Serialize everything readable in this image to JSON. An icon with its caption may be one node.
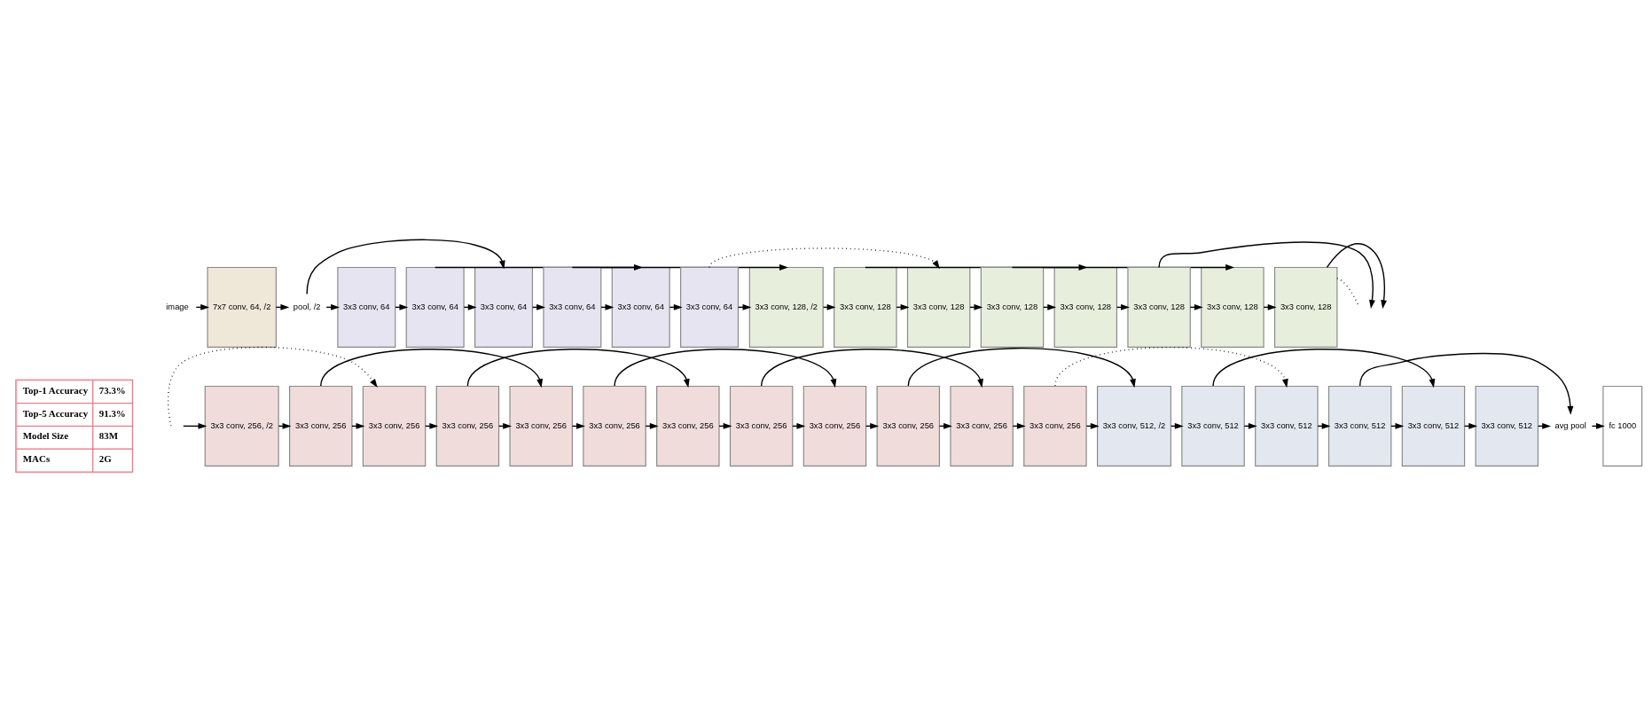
{
  "diagram": {
    "nodes": [
      {
        "text": [
          "image"
        ]
      },
      {
        "text": [
          "7x7 conv, 64, /2"
        ]
      },
      {
        "text": [
          "pool, /2"
        ]
      },
      {
        "text": [
          "3x3 conv, 64"
        ]
      },
      {
        "text": [
          "3x3 conv, 64"
        ]
      },
      {
        "text": [
          "3x3 conv, 64"
        ]
      },
      {
        "text": [
          "3x3 conv, 64"
        ]
      },
      {
        "text": [
          "3x3 conv, 64"
        ]
      },
      {
        "text": [
          "3x3 conv, 64"
        ]
      },
      {
        "text": [
          "3x3 conv, 128, /2"
        ]
      },
      {
        "text": [
          "3x3 conv, 128"
        ]
      },
      {
        "text": [
          "3x3 conv, 128"
        ]
      },
      {
        "text": [
          "3x3 conv, 128"
        ]
      },
      {
        "text": [
          "3x3 conv, 128"
        ]
      },
      {
        "text": [
          "3x3 conv, 128"
        ]
      },
      {
        "text": [
          "3x3 conv, 128"
        ]
      },
      {
        "text": [
          "3x3 conv, 128"
        ]
      },
      {
        "text": [
          "3x3 conv, 256, /2"
        ]
      },
      {
        "text": [
          "3x3 conv, 256"
        ]
      },
      {
        "text": [
          "3x3 conv, 256"
        ]
      },
      {
        "text": [
          "3x3 conv, 256"
        ]
      },
      {
        "text": [
          "3x3 conv, 256"
        ]
      },
      {
        "text": [
          "3x3 conv, 256"
        ]
      },
      {
        "text": [
          "3x3 conv, 256"
        ]
      },
      {
        "text": [
          "3x3 conv, 256"
        ]
      },
      {
        "text": [
          "3x3 conv, 256"
        ]
      },
      {
        "text": [
          "3x3 conv, 256"
        ]
      },
      {
        "text": [
          "3x3 conv, 256"
        ]
      },
      {
        "text": [
          "3x3 conv, 256"
        ]
      },
      {
        "text": [
          "3x3 conv, 512, /2"
        ]
      },
      {
        "text": [
          "3x3 conv, 512"
        ]
      },
      {
        "text": [
          "3x3 conv, 512"
        ]
      },
      {
        "text": [
          "3x3 conv, 512"
        ]
      },
      {
        "text": [
          "3x3 conv, 512"
        ]
      },
      {
        "text": [
          "3x3 conv, 512"
        ]
      },
      {
        "text": [
          "avg pool"
        ]
      },
      {
        "text": [
          "fc 1000"
        ]
      }
    ],
    "edges": [
      {
        "from": 0,
        "to": 1,
        "arrow": "to"
      },
      {
        "from": 1,
        "to": 2,
        "arrow": "to"
      },
      {
        "from": 2,
        "to": 3,
        "arrow": "to"
      },
      {
        "from": 3,
        "to": 4,
        "arrow": "to"
      },
      {
        "from": 4,
        "to": 5,
        "arrow": "to"
      },
      {
        "from": 5,
        "to": 6,
        "arrow": "to"
      },
      {
        "from": 6,
        "to": 7,
        "arrow": "to"
      },
      {
        "from": 7,
        "to": 8,
        "arrow": "to"
      },
      {
        "from": 8,
        "to": 9,
        "arrow": "to"
      },
      {
        "from": 9,
        "to": 10,
        "arrow": "to"
      },
      {
        "from": 10,
        "to": 11,
        "arrow": "to"
      },
      {
        "from": 11,
        "to": 12,
        "arrow": "to"
      },
      {
        "from": 12,
        "to": 13,
        "arrow": "to"
      },
      {
        "from": 13,
        "to": 14,
        "arrow": "to"
      },
      {
        "from": 14,
        "to": 15,
        "arrow": "to"
      },
      {
        "from": 15,
        "to": 16,
        "arrow": "to"
      },
      {
        "from": 16,
        "to": null,
        "arrow": "to"
      },
      {
        "from": null,
        "to": 17,
        "arrow": "to"
      },
      {
        "from": 17,
        "to": 18,
        "arrow": "to"
      },
      {
        "from": 18,
        "to": 19,
        "arrow": "to"
      },
      {
        "from": 19,
        "to": 20,
        "arrow": "to"
      },
      {
        "from": 20,
        "to": 21,
        "arrow": "to"
      },
      {
        "from": 21,
        "to": 22,
        "arrow": "to"
      },
      {
        "from": 22,
        "to": 23,
        "arrow": "to"
      },
      {
        "from": 23,
        "to": 24,
        "arrow": "to"
      },
      {
        "from": 24,
        "to": 25,
        "arrow": "to"
      },
      {
        "from": 25,
        "to": 26,
        "arrow": "to"
      },
      {
        "from": 26,
        "to": 27,
        "arrow": "to"
      },
      {
        "from": 27,
        "to": 28,
        "arrow": "to"
      },
      {
        "from": 28,
        "to": 29,
        "arrow": "to"
      },
      {
        "from": 29,
        "to": 30,
        "arrow": "to"
      },
      {
        "from": 30,
        "to": 31,
        "arrow": "to"
      },
      {
        "from": 31,
        "to": 32,
        "arrow": "to"
      },
      {
        "from": 32,
        "to": 33,
        "arrow": "to"
      },
      {
        "from": 33,
        "to": 34,
        "arrow": "to"
      },
      {
        "from": 34,
        "to": 35,
        "arrow": "to"
      },
      {
        "from": 35,
        "to": 36,
        "arrow": "to"
      },
      {
        "from": 2,
        "to": 5,
        "arrow": "to"
      },
      {
        "from": 4,
        "to": 7,
        "arrow": "to"
      },
      {
        "from": 6,
        "to": 9,
        "arrow": "to"
      },
      {
        "from": 8,
        "to": 11,
        "arrow": "to",
        "style": "dashed"
      },
      {
        "from": 10,
        "to": 13,
        "arrow": "to"
      },
      {
        "from": 12,
        "to": 15,
        "arrow": "to"
      },
      {
        "from": 14,
        "to": null,
        "arrow": "to"
      },
      {
        "from": 16,
        "to": null,
        "arrow": "none",
        "style": "dashed"
      },
      {
        "from": null,
        "to": 19,
        "arrow": "to",
        "style": "dashed"
      },
      {
        "from": 18,
        "to": 21,
        "arrow": "to"
      },
      {
        "from": 20,
        "to": 23,
        "arrow": "to"
      },
      {
        "from": 22,
        "to": 25,
        "arrow": "to"
      },
      {
        "from": 24,
        "to": 27,
        "arrow": "to"
      },
      {
        "from": 26,
        "to": 29,
        "arrow": "to"
      },
      {
        "from": 28,
        "to": 31,
        "arrow": "to",
        "style": "dashed"
      },
      {
        "from": 30,
        "to": 33,
        "arrow": "to"
      },
      {
        "from": 32,
        "to": 35,
        "arrow": "to"
      }
    ],
    "labels": [
      "Top-1 Accuracy",
      "73.3%",
      "Top-5 Accuracy",
      "91.3%",
      "Model Size",
      "83M",
      "MACs",
      "2G"
    ]
  }
}
